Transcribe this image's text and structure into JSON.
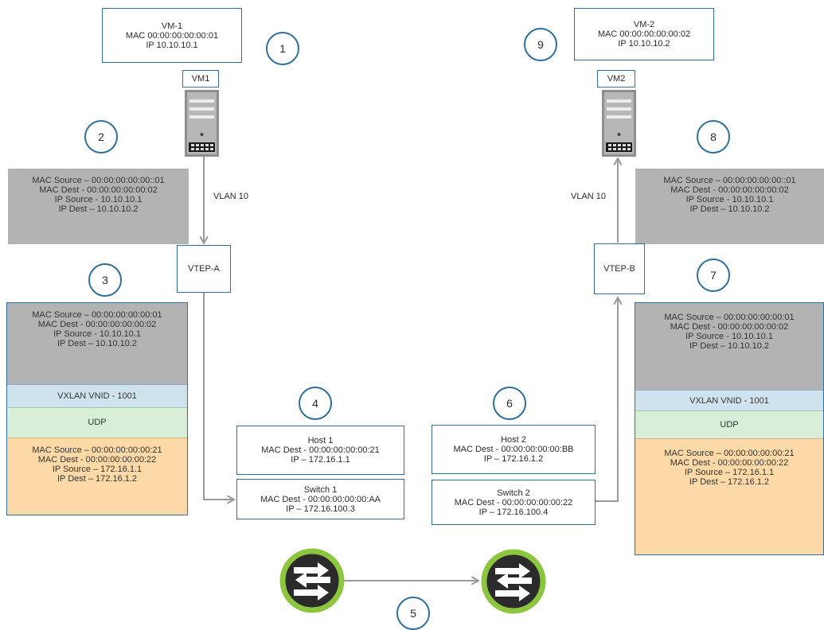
{
  "colors": {
    "border": "#2f6f9e",
    "gray": "#b3b3b3",
    "vxlan": "#cfe3ef",
    "udp": "#d8eed9",
    "underlay": "#fcd9a6",
    "switch_ring": "#8cc63f",
    "switch_body": "#2b2b2b",
    "arrow": "#9a9a9a"
  },
  "vm1": {
    "lines": [
      "VM-1",
      "MAC 00:00:00:00:00:01",
      "IP 10.10.10.1"
    ],
    "server_label": "VM1"
  },
  "vm2": {
    "lines": [
      "VM-2",
      "MAC 00:00:00:00:00:02",
      "IP 10.10.10.2"
    ],
    "server_label": "VM2"
  },
  "steps": [
    "1",
    "2",
    "3",
    "4",
    "5",
    "6",
    "7",
    "8",
    "9"
  ],
  "vlan_left": "VLAN 10",
  "vlan_right": "VLAN 10",
  "vtep_a": "VTEP-A",
  "vtep_b": "VTEP-B",
  "frame_left": [
    "MAC Source – 00:00:00:00:00::01",
    "MAC Dest - 00:00:00:00:00:02",
    "IP Source - 10.10.10.1",
    "IP Dest – 10.10.10.2"
  ],
  "frame_right": [
    "MAC Source – 00:00:00:00:00::01",
    "MAC Dest - 00:00:00:00:00:02",
    "IP Source - 10.10.10.1",
    "IP Dest – 10.10.10.2"
  ],
  "packet_left": {
    "inner": [
      "MAC Source – 00:00:00:00:00:01",
      "MAC Dest - 00:00:00:00:00:02",
      "IP Source - 10.10.10.1",
      "IP Dest – 10.10.10.2"
    ],
    "vxlan": "VXLAN VNID - 1001",
    "udp": "UDP",
    "outer": [
      "MAC Source – 00:00:00:00:00:21",
      "MAC Dest - 00:00:00:00:00:22",
      "IP Source – 172.16.1.1",
      "IP Dest – 172.16.1.2"
    ]
  },
  "packet_right": {
    "inner": [
      "MAC Source – 00:00:00:00:00:01",
      "MAC Dest - 00:00:00:00:00:02",
      "IP Source - 10.10.10.1",
      "IP Dest – 10.10.10.2"
    ],
    "vxlan": "VXLAN VNID - 1001",
    "udp": "UDP",
    "outer": [
      "MAC Source – 00:00:00:00:00:21",
      "MAC Dest - 00:00:00:00:00:22",
      "IP Source – 172.16.1.1",
      "IP Dest – 172.16.1.2"
    ]
  },
  "host1": [
    "Host 1",
    "MAC Dest - 00:00:00:00:00:21",
    "IP – 172.16.1.1"
  ],
  "switch1": [
    "Switch 1",
    "MAC Dest - 00:00:00:00:00:AA",
    "IP – 172.16.100.3"
  ],
  "host2": [
    "Host 2",
    "MAC Dest - 00:00:00:00:00:BB",
    "IP – 172.16.1.2"
  ],
  "switch2": [
    "Switch 2",
    "MAC Dest - 00:00:00:00:00:22",
    "IP – 172.16.100.4"
  ]
}
